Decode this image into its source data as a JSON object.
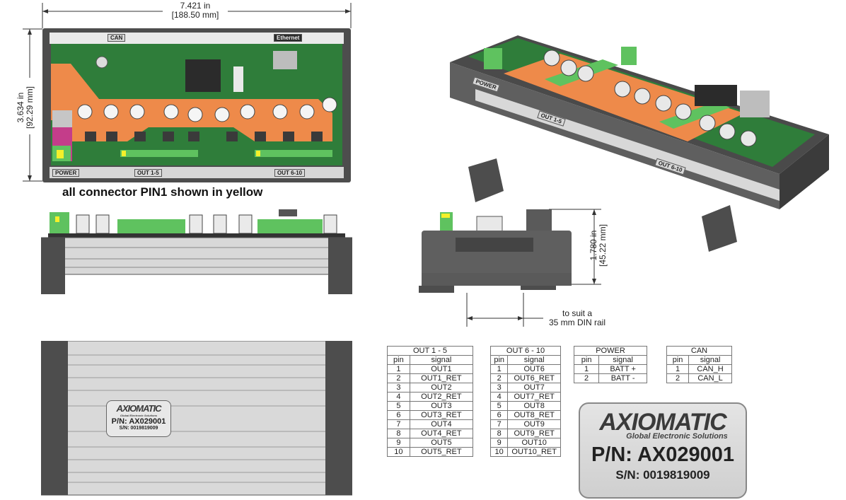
{
  "dimensions": {
    "width_in": "7.421 in",
    "width_mm": "[188.50 mm]",
    "height_in": "3.634 in",
    "height_mm": "[92.29 mm]",
    "depth_in": "1.780 in",
    "depth_mm": "[45.22 mm]"
  },
  "pcb_labels": {
    "can": "CAN",
    "ethernet": "Ethernet",
    "power": "POWER",
    "out1": "OUT 1-5",
    "out2": "OUT 6-10"
  },
  "iso_labels": {
    "power": "POWER",
    "out1": "OUT 1-5",
    "out2": "OUT 6-10"
  },
  "caption": "all connector PIN1 shown in yellow",
  "din_note": {
    "line1": "to suit a",
    "line2": "35 mm DIN rail"
  },
  "small_label": {
    "logo": "AXIOMATIC",
    "tagline": "Global Electronic Solutions",
    "pn": "P/N: AX029001",
    "sn": "S/N: 0019819009"
  },
  "big_label": {
    "logo": "AXIOMATIC",
    "tagline": "Global Electronic Solutions",
    "pn": "P/N: AX029001",
    "sn": "S/N: 0019819009"
  },
  "tables": {
    "out15": {
      "title": "OUT 1 - 5",
      "headers": [
        "pin",
        "signal"
      ],
      "rows": [
        [
          "1",
          "OUT1"
        ],
        [
          "2",
          "OUT1_RET"
        ],
        [
          "3",
          "OUT2"
        ],
        [
          "4",
          "OUT2_RET"
        ],
        [
          "5",
          "OUT3"
        ],
        [
          "6",
          "OUT3_RET"
        ],
        [
          "7",
          "OUT4"
        ],
        [
          "8",
          "OUT4_RET"
        ],
        [
          "9",
          "OUT5"
        ],
        [
          "10",
          "OUT5_RET"
        ]
      ]
    },
    "out610": {
      "title": "OUT 6 - 10",
      "headers": [
        "pin",
        "signal"
      ],
      "rows": [
        [
          "1",
          "OUT6"
        ],
        [
          "2",
          "OUT6_RET"
        ],
        [
          "3",
          "OUT7"
        ],
        [
          "4",
          "OUT7_RET"
        ],
        [
          "5",
          "OUT8"
        ],
        [
          "6",
          "OUT8_RET"
        ],
        [
          "7",
          "OUT9"
        ],
        [
          "8",
          "OUT9_RET"
        ],
        [
          "9",
          "OUT10"
        ],
        [
          "10",
          "OUT10_RET"
        ]
      ]
    },
    "power": {
      "title": "POWER",
      "headers": [
        "pin",
        "signal"
      ],
      "rows": [
        [
          "1",
          "BATT +"
        ],
        [
          "2",
          "BATT -"
        ]
      ]
    },
    "can": {
      "title": "CAN",
      "headers": [
        "pin",
        "signal"
      ],
      "rows": [
        [
          "1",
          "CAN_H"
        ],
        [
          "2",
          "CAN_L"
        ]
      ]
    }
  },
  "colors": {
    "pcb_green": "#2f7d3a",
    "copper_orange": "#ee8a4a",
    "connector_green": "#5fc25f",
    "pin1_yellow": "#f4f02a",
    "housing_gray": "#5a5a5a",
    "rail_light": "#d8d8d8"
  }
}
